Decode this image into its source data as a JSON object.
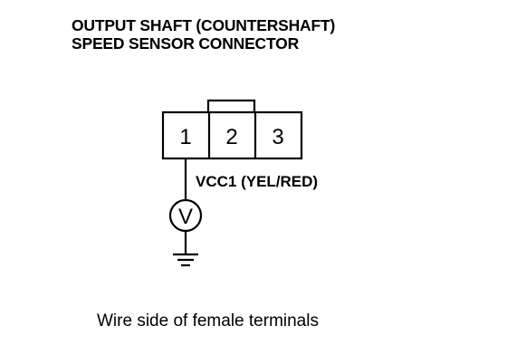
{
  "title": {
    "line1": "OUTPUT SHAFT (COUNTERSHAFT)",
    "line2": "SPEED SENSOR CONNECTOR"
  },
  "connector": {
    "terminals": [
      "1",
      "2",
      "3"
    ]
  },
  "wire_label": "VCC1 (YEL/RED)",
  "voltmeter_symbol": "V",
  "caption": "Wire side of female terminals"
}
